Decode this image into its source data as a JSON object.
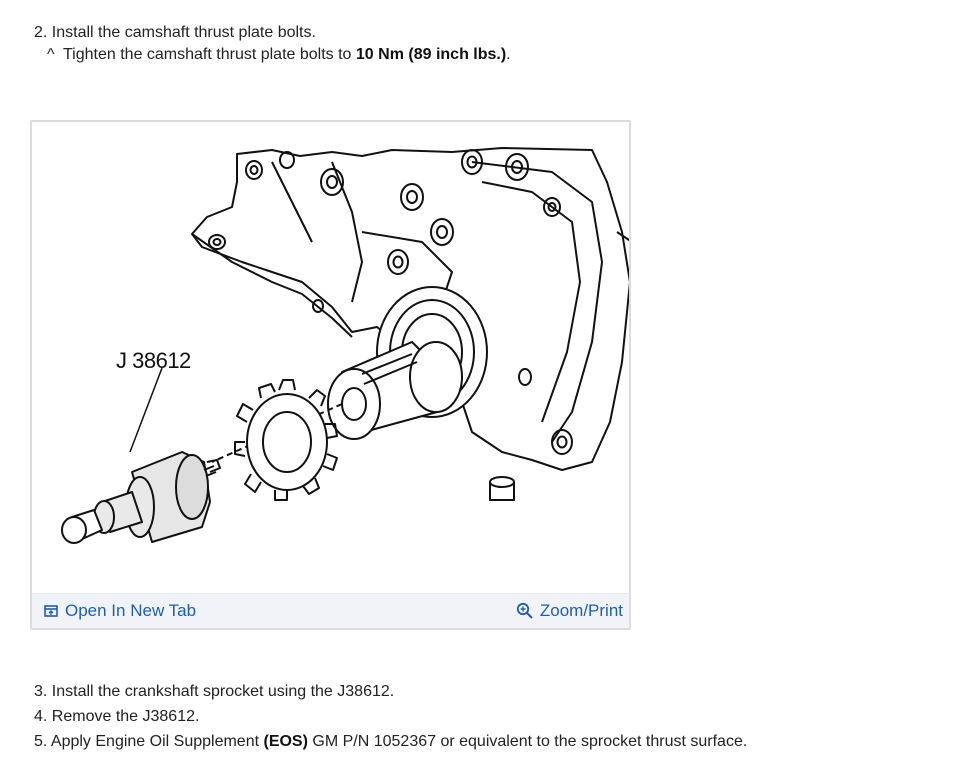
{
  "steps_top": {
    "step2_num": "2.",
    "step2_text": "Install the camshaft thrust plate bolts.",
    "sub_caret": "^",
    "sub_text_before": "Tighten the camshaft thrust plate bolts to ",
    "sub_text_bold": "10 Nm (89 inch lbs.)",
    "sub_text_after": "."
  },
  "figure": {
    "callout_label": "J 38612",
    "open_tab_label": "Open In New Tab",
    "zoom_label": "Zoom/Print",
    "open_tab_icon": "open-in-new-tab-icon",
    "zoom_icon": "magnifier-zoom-icon",
    "link_color": "#1f5fa8"
  },
  "steps_bottom": {
    "step3": "3. Install the crankshaft sprocket using the J38612.",
    "step4": "4. Remove the J38612.",
    "step5_before": "5. Apply Engine Oil Supplement ",
    "step5_bold": "(EOS)",
    "step5_after": " GM P/N 1052367 or equivalent to the sprocket thrust surface."
  }
}
